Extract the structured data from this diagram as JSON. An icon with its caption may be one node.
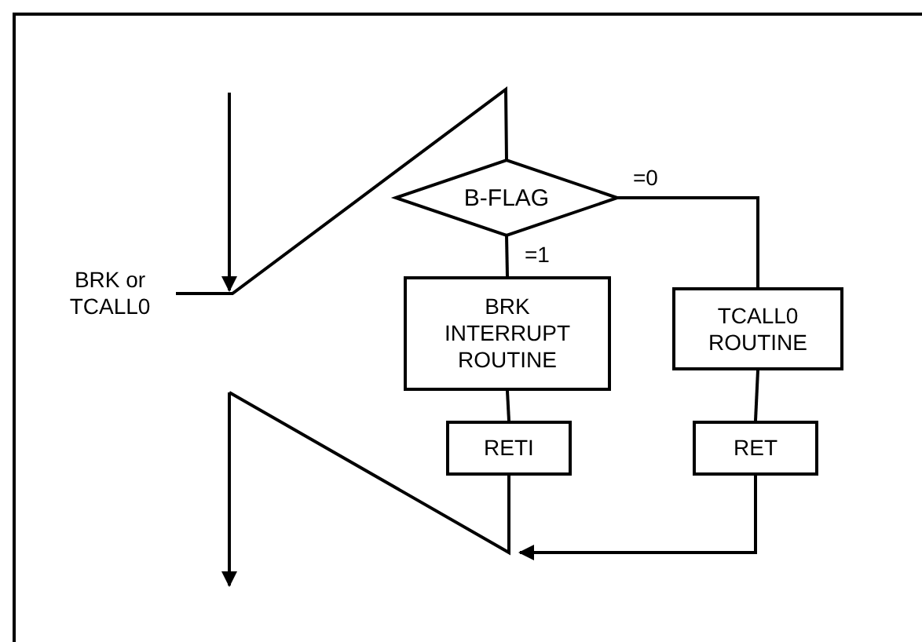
{
  "diagram": {
    "nodes": [
      {
        "text": [
          "BRK or TCALL0"
        ]
      },
      {
        "text": [
          "B-FLAG"
        ]
      },
      {
        "text": [
          "BRK INTERRUPT ROUTINE"
        ]
      },
      {
        "text": [
          "TCALL0 ROUTINE"
        ]
      },
      {
        "text": [
          "RETI"
        ]
      },
      {
        "text": [
          "RET"
        ]
      }
    ],
    "edges": [
      {
        "from": 0,
        "to": 1,
        "arrow": "none"
      },
      {
        "from": 1,
        "to": 2,
        "arrow": "none",
        "label": "=1"
      },
      {
        "from": 1,
        "to": 3,
        "arrow": "none",
        "label": "=0"
      },
      {
        "from": 2,
        "to": 4,
        "arrow": "none"
      },
      {
        "from": 3,
        "to": 5,
        "arrow": "none"
      },
      {
        "from": 4,
        "to": null,
        "arrow": "none"
      },
      {
        "from": 5,
        "to": null,
        "arrow": "to"
      }
    ]
  }
}
